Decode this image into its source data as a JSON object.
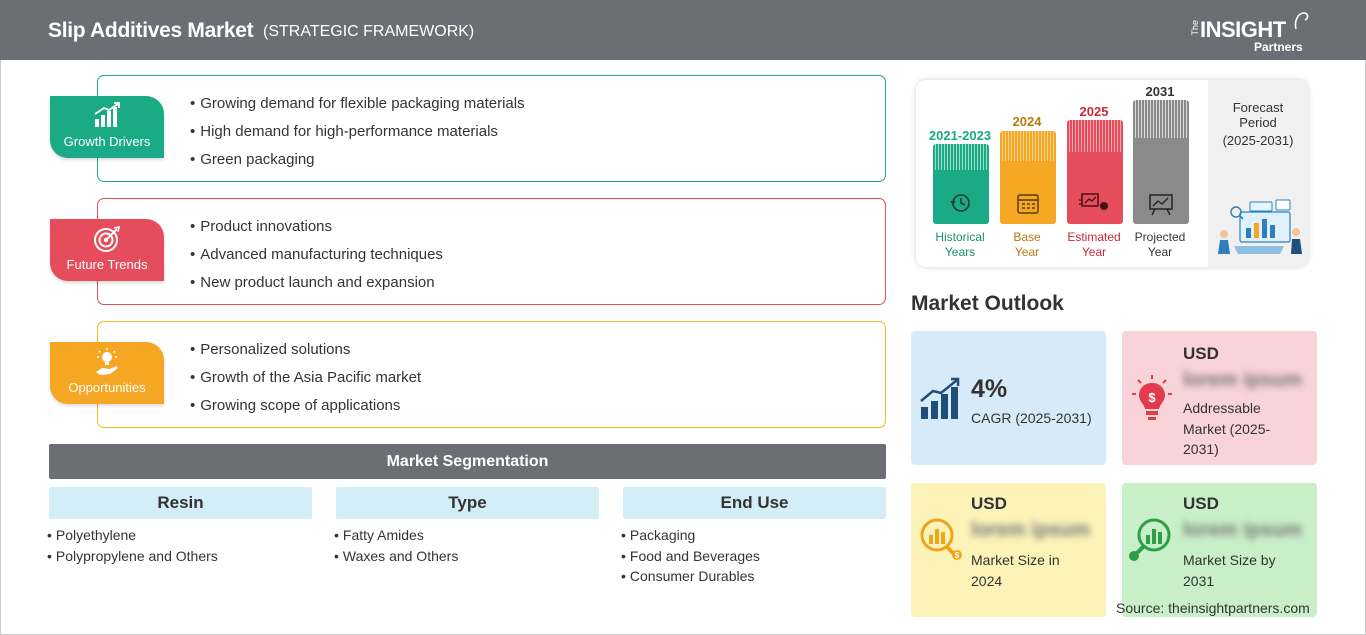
{
  "header": {
    "title": "Slip Additives Market",
    "subtitle": "(STRATEGIC FRAMEWORK)",
    "logo": {
      "the": "The",
      "insight": "INSIGHT",
      "partners": "Partners"
    }
  },
  "framework": [
    {
      "label": "Growth Drivers",
      "icon": "bar-chart-growth-icon",
      "color": "#1aaa85",
      "items": [
        "Growing demand for flexible packaging materials",
        "High demand for high-performance materials",
        "Green packaging"
      ]
    },
    {
      "label": "Future Trends",
      "icon": "target-icon",
      "color": "#e64d5c",
      "items": [
        "Product innovations",
        "Advanced manufacturing techniques",
        "New product launch and expansion"
      ]
    },
    {
      "label": "Opportunities",
      "icon": "lightbulb-hand-icon",
      "color": "#f5a623",
      "items": [
        "Personalized solutions",
        "Growth of the Asia Pacific market",
        "Growing scope of applications"
      ]
    }
  ],
  "segmentation": {
    "title": "Market Segmentation",
    "columns": [
      {
        "heading": "Resin",
        "items": [
          "Polyethylene",
          "Polypropylene and Others"
        ]
      },
      {
        "heading": "Type",
        "items": [
          "Fatty Amides",
          "Waxes and Others"
        ]
      },
      {
        "heading": "End Use",
        "items": [
          "Packaging",
          "Food and Beverages",
          "Consumer Durables"
        ]
      }
    ]
  },
  "timeline": {
    "periods": [
      {
        "year": "2021-2023",
        "label": [
          "Historical",
          "Years"
        ],
        "color": "#1aaa85",
        "icon": "history-clock-icon"
      },
      {
        "year": "2024",
        "label": [
          "Base",
          "Year"
        ],
        "color": "#f5a623",
        "icon": "calendar-icon"
      },
      {
        "year": "2025",
        "label": [
          "Estimated",
          "Year"
        ],
        "color": "#e64d5c",
        "icon": "estimate-chart-icon"
      },
      {
        "year": "2031",
        "label": [
          "Projected",
          "Year"
        ],
        "color": "#8a8a8a",
        "icon": "presentation-board-icon"
      }
    ],
    "forecast": {
      "title": [
        "Forecast",
        "Period"
      ],
      "period": "(2025-2031)"
    }
  },
  "outlook": {
    "title": "Market Outlook",
    "cagr": {
      "value": "4%",
      "label": "CAGR (2025-2031)",
      "color": "#d6ebf7"
    },
    "addressable": {
      "currency": "USD",
      "value": "lorem ipsum",
      "label": [
        "Addressable",
        "Market (2025-",
        "2031)"
      ],
      "color": "#f8d3d7"
    },
    "size2024": {
      "currency": "USD",
      "value": "lorem ipsum",
      "label": [
        "Market Size in",
        "2024"
      ],
      "color": "#fbf3b8"
    },
    "size2031": {
      "currency": "USD",
      "value": "lorem ipsum",
      "label": [
        "Market Size by",
        "2031"
      ],
      "color": "#c9efc8"
    }
  },
  "source": "Source: theinsightpartners.com"
}
